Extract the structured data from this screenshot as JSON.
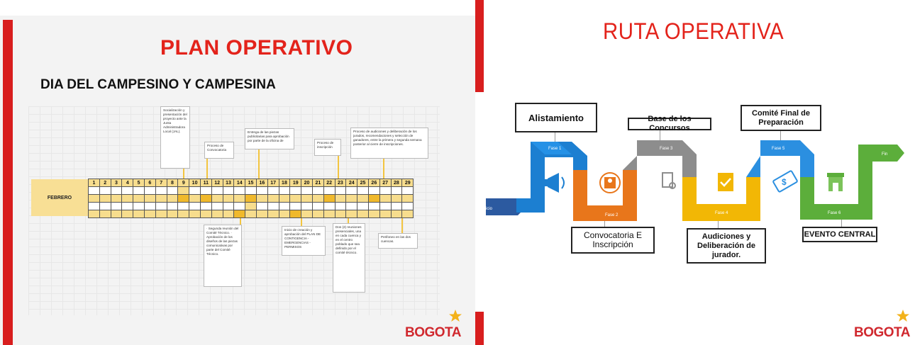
{
  "left_slide": {
    "title": "PLAN OPERATIVO",
    "subtitle": "DIA DEL CAMPESINO Y CAMPESINA",
    "month_label": "FEBRERO",
    "days": [
      "1",
      "2",
      "3",
      "4",
      "5",
      "6",
      "7",
      "8",
      "9",
      "10",
      "11",
      "12",
      "13",
      "14",
      "15",
      "16",
      "17",
      "18",
      "19",
      "20",
      "21",
      "22",
      "23",
      "24",
      "25",
      "26",
      "27",
      "28",
      "29"
    ],
    "notes_top": [
      "Socialización y presentación del proyecto ante la Junta Administradora Local (JAL).",
      "Proceso de Convocatoria",
      "Entrega de las piezas publicitarias para aprobación por parte de la oficina de",
      "Proceso de inscripción",
      "Proceso de audiciones y deliberación de los jurados, recomendaciones y selección de ganadores, entre la primera y segunda semana posterior al cierre de inscripciones."
    ],
    "notes_bottom": [
      "· Segunda reunión del Comité Técnico. · Aprobación de los diseños de las piezas comunicativas por parte del Comité Técnico.",
      "Inicio de creación y aprobación del PLAN DE CONTIGENCIA - EMERGENCIAS - PERMISOS",
      "Dos (2) reuniones presenciales, una en cada cuenca y en el centro poblado que sea definido por el comité técnico.",
      "Perifoneo en las dos cuencas."
    ],
    "logo_text": "BOGOTA"
  },
  "right_slide": {
    "title": "RUTA OPERATIVA",
    "start_label": "Inicio",
    "end_label": "Fin",
    "phases": [
      {
        "name": "Fase 1",
        "caption": "Alistamiento",
        "color": "#1c7fd1",
        "icon": "megaphone-icon"
      },
      {
        "name": "Fase 2",
        "caption": "Convocatoria E Inscripción",
        "color": "#e8761b",
        "icon": "person-target-icon"
      },
      {
        "name": "Fase 3",
        "caption": "Base de los Concursos",
        "color": "#8d8d8d",
        "icon": "document-certificate-icon"
      },
      {
        "name": "Fase 4",
        "caption": "Audiciones y Deliberación de jurador.",
        "color": "#f2b705",
        "icon": "clipboard-check-icon"
      },
      {
        "name": "Fase 5",
        "caption": "Comité Final de Preparación",
        "color": "#2b8fe0",
        "icon": "money-icon"
      },
      {
        "name": "Fase 6",
        "caption": "EVENTO CENTRAL",
        "color": "#5cae3b",
        "icon": "store-icon"
      }
    ],
    "logo_text": "BOGOTA"
  },
  "colors": {
    "title_red": "#e3231b",
    "accent_red": "#d81e1e",
    "calendar_yellow": "#f7dd8d",
    "calendar_gold": "#f0b92c"
  }
}
